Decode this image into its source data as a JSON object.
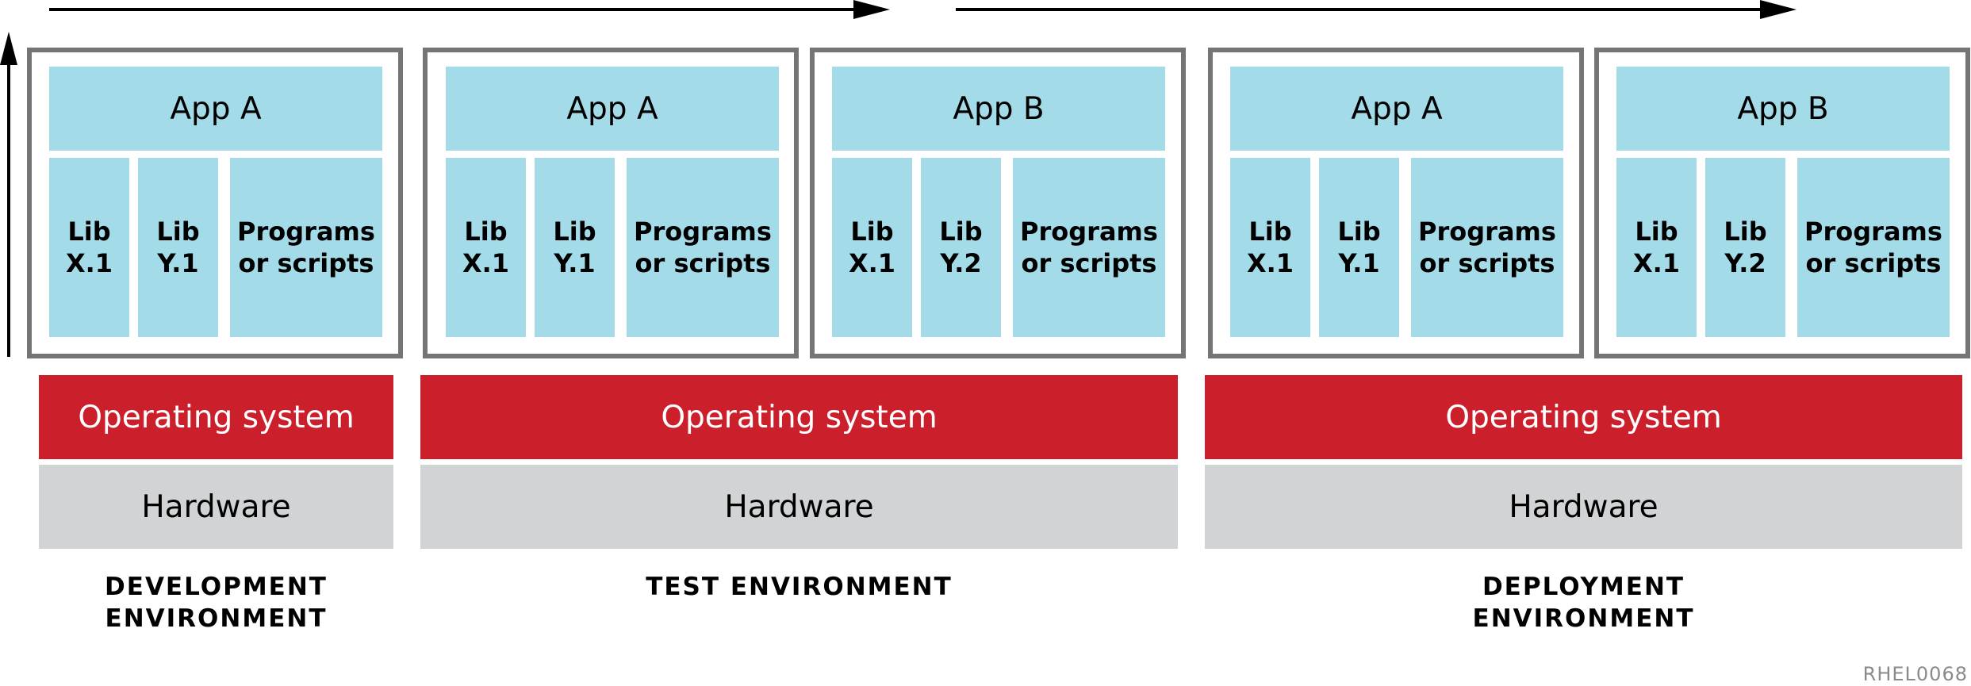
{
  "colors": {
    "app_fill": "#a4dbe8",
    "os_fill": "#cc1f2c",
    "hardware_fill": "#d1d3d4",
    "container_border": "#757575"
  },
  "environments": [
    {
      "label_line1": "DEVELOPMENT",
      "label_line2": "ENVIRONMENT",
      "os": "Operating system",
      "hardware": "Hardware",
      "containers": [
        {
          "app": "App A",
          "lib1_line1": "Lib",
          "lib1_line2": "X.1",
          "lib2_line1": "Lib",
          "lib2_line2": "Y.1",
          "prog_line1": "Programs",
          "prog_line2": "or scripts"
        }
      ]
    },
    {
      "label_line1": "TEST ENVIRONMENT",
      "os": "Operating system",
      "hardware": "Hardware",
      "containers": [
        {
          "app": "App A",
          "lib1_line1": "Lib",
          "lib1_line2": "X.1",
          "lib2_line1": "Lib",
          "lib2_line2": "Y.1",
          "prog_line1": "Programs",
          "prog_line2": "or scripts"
        },
        {
          "app": "App B",
          "lib1_line1": "Lib",
          "lib1_line2": "X.1",
          "lib2_line1": "Lib",
          "lib2_line2": "Y.2",
          "prog_line1": "Programs",
          "prog_line2": "or scripts"
        }
      ]
    },
    {
      "label_line1": "DEPLOYMENT",
      "label_line2": "ENVIRONMENT",
      "os": "Operating system",
      "hardware": "Hardware",
      "containers": [
        {
          "app": "App A",
          "lib1_line1": "Lib",
          "lib1_line2": "X.1",
          "lib2_line1": "Lib",
          "lib2_line2": "Y.1",
          "prog_line1": "Programs",
          "prog_line2": "or scripts"
        },
        {
          "app": "App B",
          "lib1_line1": "Lib",
          "lib1_line2": "X.1",
          "lib2_line1": "Lib",
          "lib2_line2": "Y.2",
          "prog_line1": "Programs",
          "prog_line2": "or scripts"
        }
      ]
    }
  ],
  "doc_id": "RHEL0068"
}
